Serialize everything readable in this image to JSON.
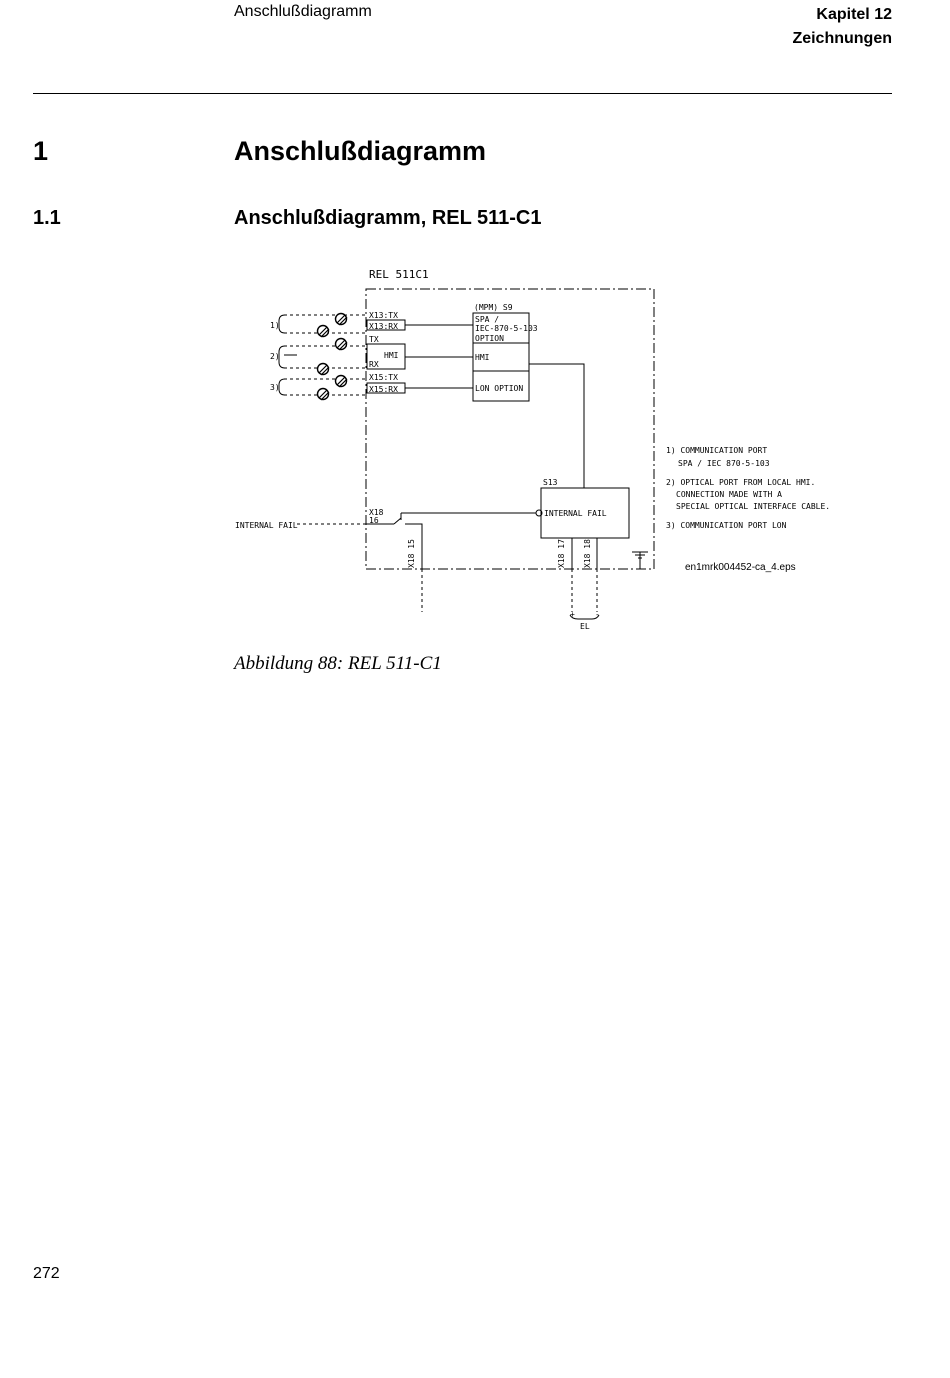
{
  "header": {
    "left": "Anschlußdiagramm",
    "chapter": "Kapitel 12",
    "chapter_title": "Zeichnungen"
  },
  "section": {
    "number": "1",
    "title": "Anschlußdiagramm"
  },
  "subsection": {
    "number": "1.1",
    "title": "Anschlußdiagramm, REL 511-C1"
  },
  "diagram": {
    "title": "REL 511C1",
    "module_label": "(MPM) S9",
    "module_spa_1": "SPA /",
    "module_spa_2": "IEC-870-5-103",
    "module_spa_3": "OPTION",
    "module_hmi": "HMI",
    "module_lon": "LON OPTION",
    "port_x13tx": "X13:TX",
    "port_x13rx": "X13:RX",
    "port_tx": "TX",
    "port_hmi": "HMI",
    "port_rx": "RX",
    "port_x15tx": "X15:TX",
    "port_x15rx": "X15:RX",
    "marker_1": "1)",
    "marker_2": "2)",
    "marker_3": "3)",
    "s13_label": "S13",
    "s13_internal_fail": "INTERNAL FAIL",
    "x18_label": "X18",
    "x18_16": "16",
    "internal_fail_left": "INTERNAL FAIL",
    "term_x18_15": "X18 15",
    "term_x18_17": "X18 17",
    "term_x18_18": "X18 18",
    "el_label": "EL",
    "plus_mark": "+",
    "minus_mark": "-",
    "note1_a": "1) COMMUNICATION PORT",
    "note1_b": "SPA / IEC 870-5-103",
    "note2_a": "2) OPTICAL PORT FROM LOCAL HMI.",
    "note2_b": "CONNECTION MADE WITH A",
    "note2_c": "SPECIAL OPTICAL INTERFACE CABLE.",
    "note3": "3) COMMUNICATION PORT LON",
    "filename": "en1mrk004452-ca_4.eps"
  },
  "caption": "Abbildung 88: REL 511-C1",
  "page_number": "272"
}
